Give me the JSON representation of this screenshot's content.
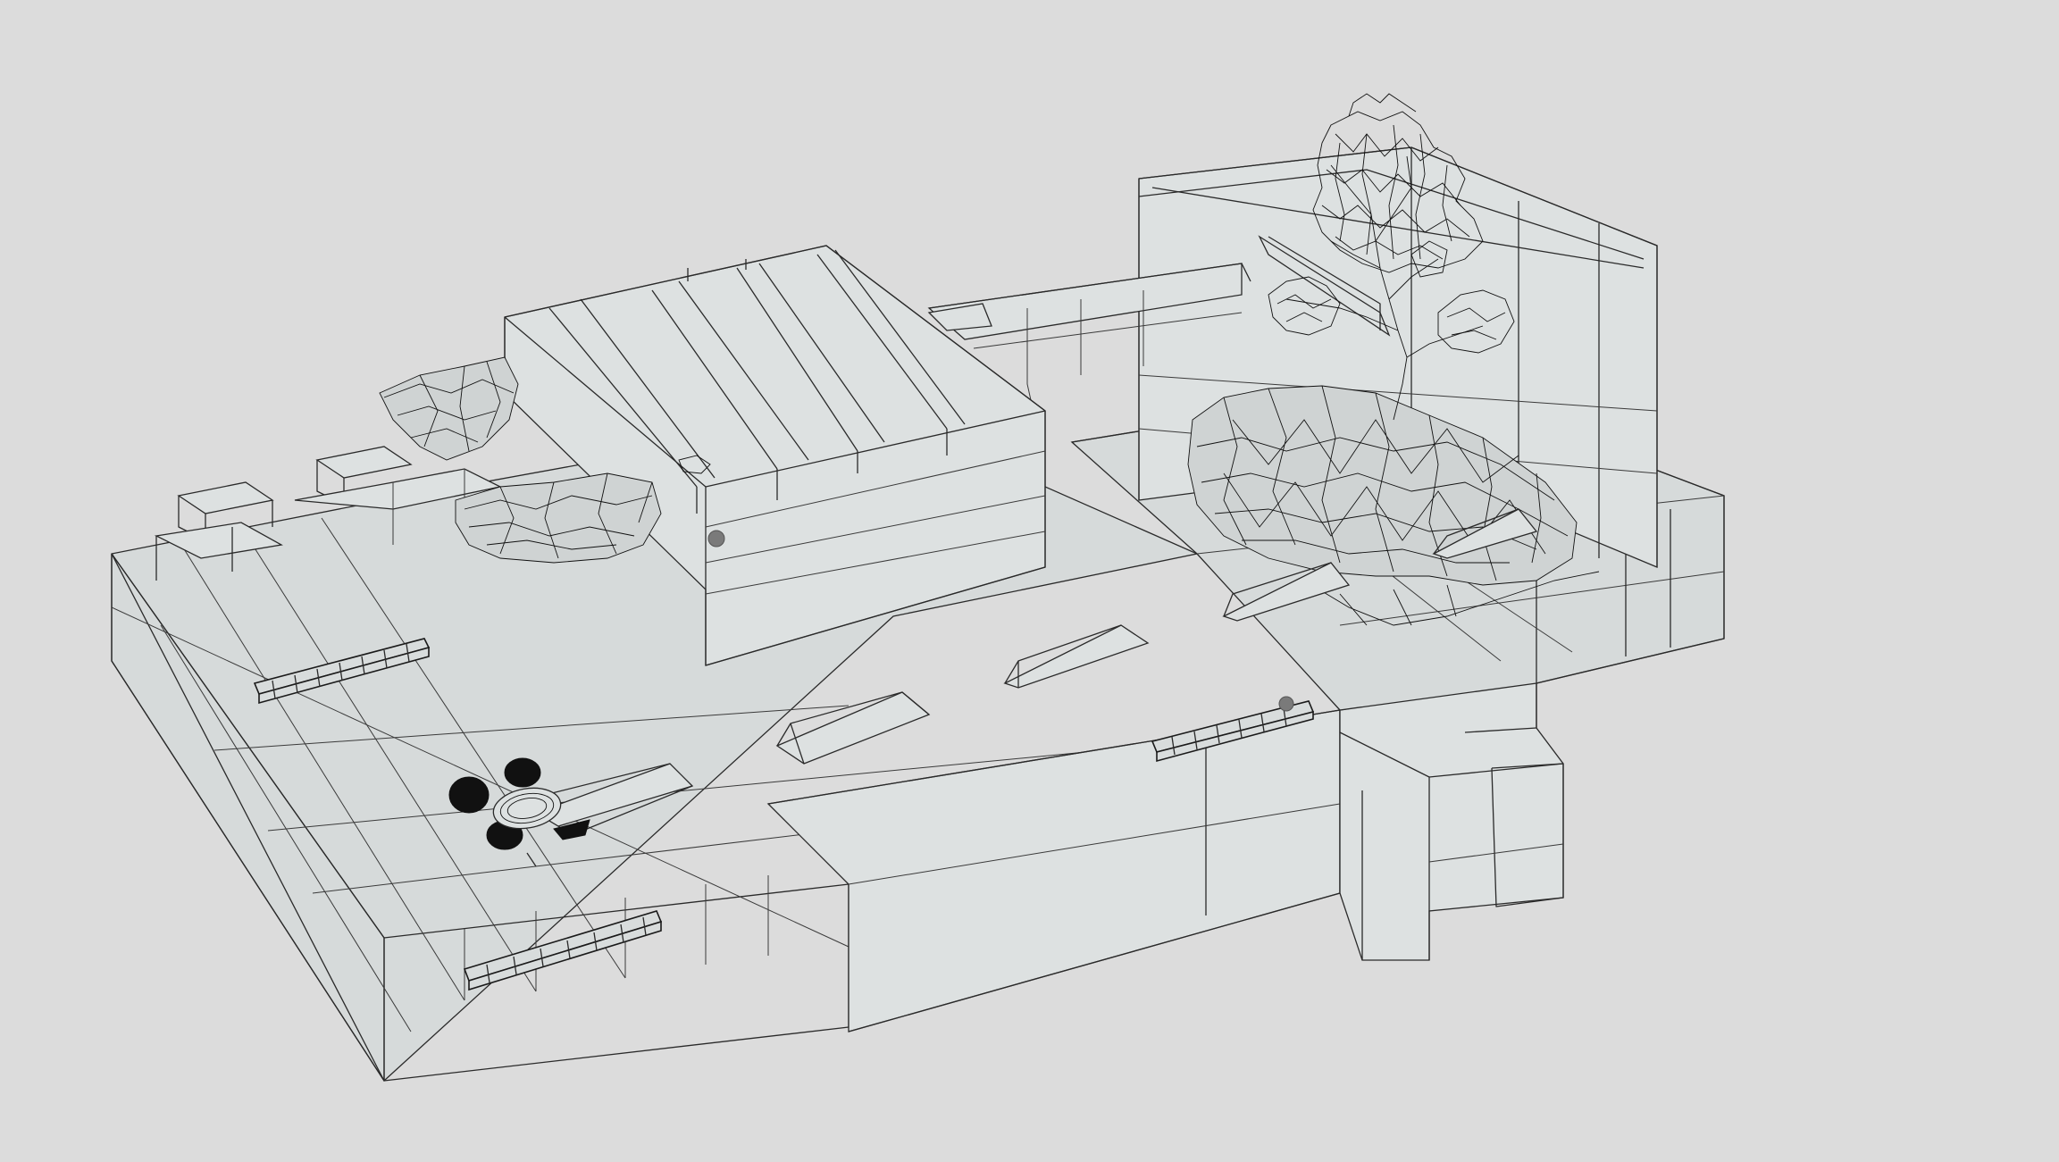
{
  "viewport": {
    "background": "#dcdcdc",
    "render_style": "wireframe",
    "line_color": "#2a2a2a",
    "face_color": "#d6dada"
  },
  "scene": {
    "objects": [
      "platform-base",
      "raised-central-block",
      "right-tall-frame",
      "tree-icon",
      "boulder-left",
      "boulder-right",
      "bench-left-top",
      "bench-left-bottom",
      "bench-right",
      "planter-center",
      "planter-right",
      "planter-left",
      "furniture-group",
      "scene-marker"
    ]
  }
}
